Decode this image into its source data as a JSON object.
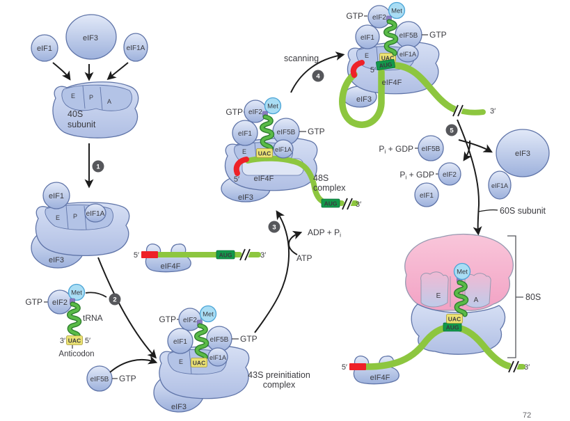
{
  "colors": {
    "factor_fill_top": "#e2e9f8",
    "factor_fill_bottom": "#9db1dc",
    "factor_stroke": "#5f74a8",
    "met_fill": "#a9ddf4",
    "met_stroke": "#4aa4d6",
    "mrna_green": "#8dc63f",
    "trna_green": "#5abb47",
    "trna_outline": "#2e7d2e",
    "cap_red": "#ee2128",
    "uac_fill": "#ebe273",
    "aug_fill": "#12984a",
    "badge_gray": "#56575b",
    "pink_60s": "#f5a9c9",
    "arrow_black": "#1c1c1c",
    "text": "#3a3a3f"
  },
  "factors": {
    "eif1": "eIF1",
    "eif1a": "eIF1A",
    "eif2": "eIF2",
    "eif3": "eIF3",
    "eif5b": "eIF5B",
    "eif4f": "eIF4F"
  },
  "molecules": {
    "gtp": "GTP",
    "met": "Met",
    "trna": "tRNA",
    "atp": "ATP"
  },
  "adp_pi": {
    "main": "ADP + P",
    "sub": "i"
  },
  "pi_gdp": {
    "p": "P",
    "sub": "i",
    "rest": " + GDP"
  },
  "sites": {
    "e": "E",
    "p": "P",
    "a": "A"
  },
  "codons": {
    "anticodon": "UAC",
    "start_codon": "AUG"
  },
  "mrna": {
    "five_prime": "5′",
    "three_prime": "3′"
  },
  "anticodon_label": {
    "three_prime": "3′",
    "five_prime": "5′",
    "caption": "Anticodon"
  },
  "steps": {
    "n1": "1",
    "n2": "2",
    "n3": "3",
    "n4": "4",
    "n5": "5"
  },
  "complexes": {
    "subunit_40s": {
      "line1": "40S",
      "line2": "subunit"
    },
    "preinit_43s": {
      "line1": "43S preinitiation",
      "line2": "complex"
    },
    "complex_48s": {
      "line1": "48S",
      "line2": "complex"
    },
    "scanning": "scanning",
    "subunit_60s": "60S subunit",
    "ribosome_80s": "80S"
  },
  "page_number": "72"
}
